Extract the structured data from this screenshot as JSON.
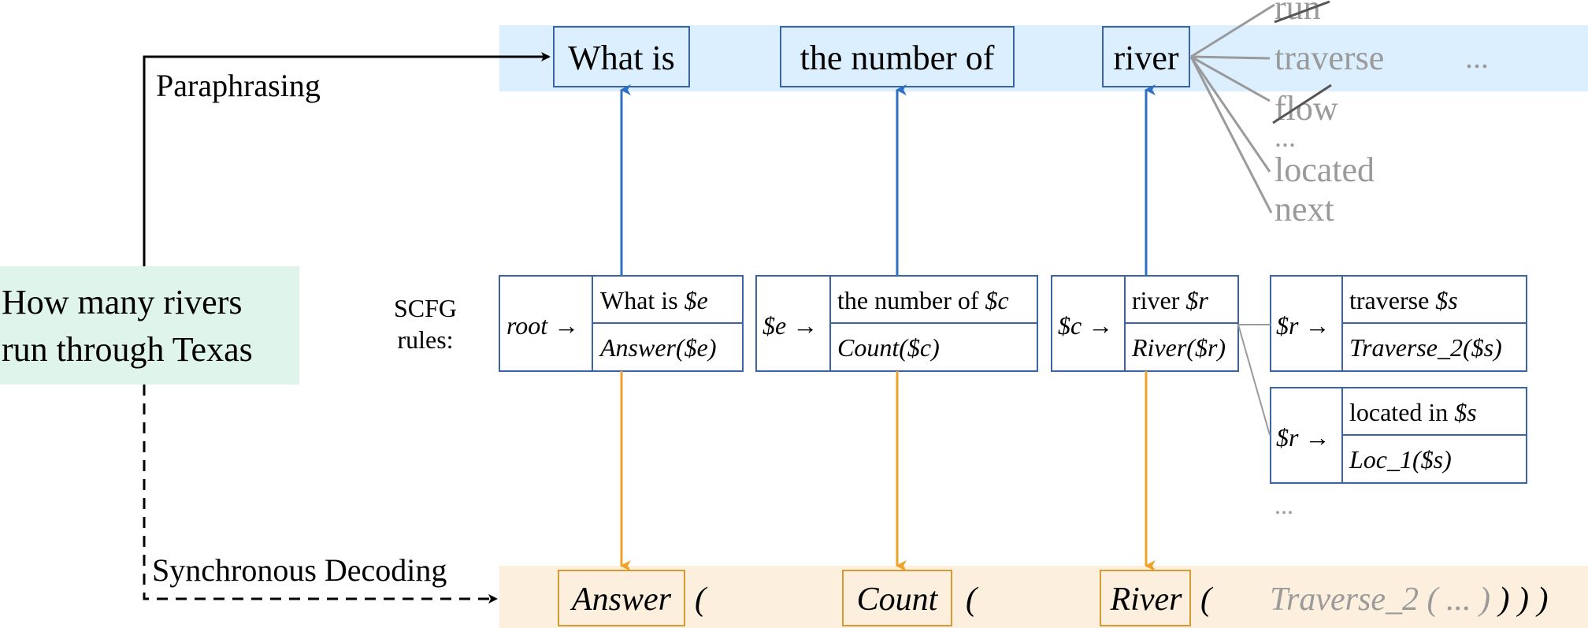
{
  "input": {
    "line1": "How many rivers",
    "line2": "run through Texas"
  },
  "paths": {
    "paraphrasing": "Paraphrasing",
    "synchronous": "Synchronous Decoding"
  },
  "paraphrase_tokens": [
    "What is",
    "the number of",
    "river"
  ],
  "paraphrase_ellipsis": "...",
  "alternatives": [
    {
      "text": "run",
      "struck": true
    },
    {
      "text": "traverse",
      "struck": false
    },
    {
      "text": "flow",
      "struck": true
    },
    {
      "text": "...",
      "struck": false
    },
    {
      "text": "located",
      "struck": false
    },
    {
      "text": "next",
      "struck": false
    }
  ],
  "rules_label": {
    "line1": "SCFG",
    "line2": "rules:"
  },
  "rules": [
    {
      "lhs": "root →",
      "nl": "What is ",
      "nl_var": "$e",
      "lf": "Answer($e)"
    },
    {
      "lhs": "$e →",
      "nl": "the number of ",
      "nl_var": "$c",
      "lf": "Count($c)"
    },
    {
      "lhs": "$c →",
      "nl": "river ",
      "nl_var": "$r",
      "lf": "River($r)"
    },
    {
      "lhs": "$r →",
      "nl": "traverse ",
      "nl_var": "$s",
      "lf": "Traverse_2($s)"
    },
    {
      "lhs": "$r →",
      "nl": "located in ",
      "nl_var": "$s",
      "lf": "Loc_1($s)"
    }
  ],
  "rules_ellipsis": "...",
  "lf_tokens": [
    "Answer",
    "Count",
    "River"
  ],
  "lf_paren": "(",
  "lf_tail_gray": "Traverse_2 ( ... )",
  "lf_tail_close": " ) ) )",
  "colors": {
    "blue_band": "#dcefff",
    "orange_band": "#fdefde",
    "green_box": "#dff4ea",
    "rule_border": "#3a63a8",
    "token_border": "#3a63a8",
    "lf_border": "#d69a32",
    "blue_arrow": "#2e6fc6",
    "orange_arrow": "#f0a128",
    "gray": "#9a9a9a"
  }
}
